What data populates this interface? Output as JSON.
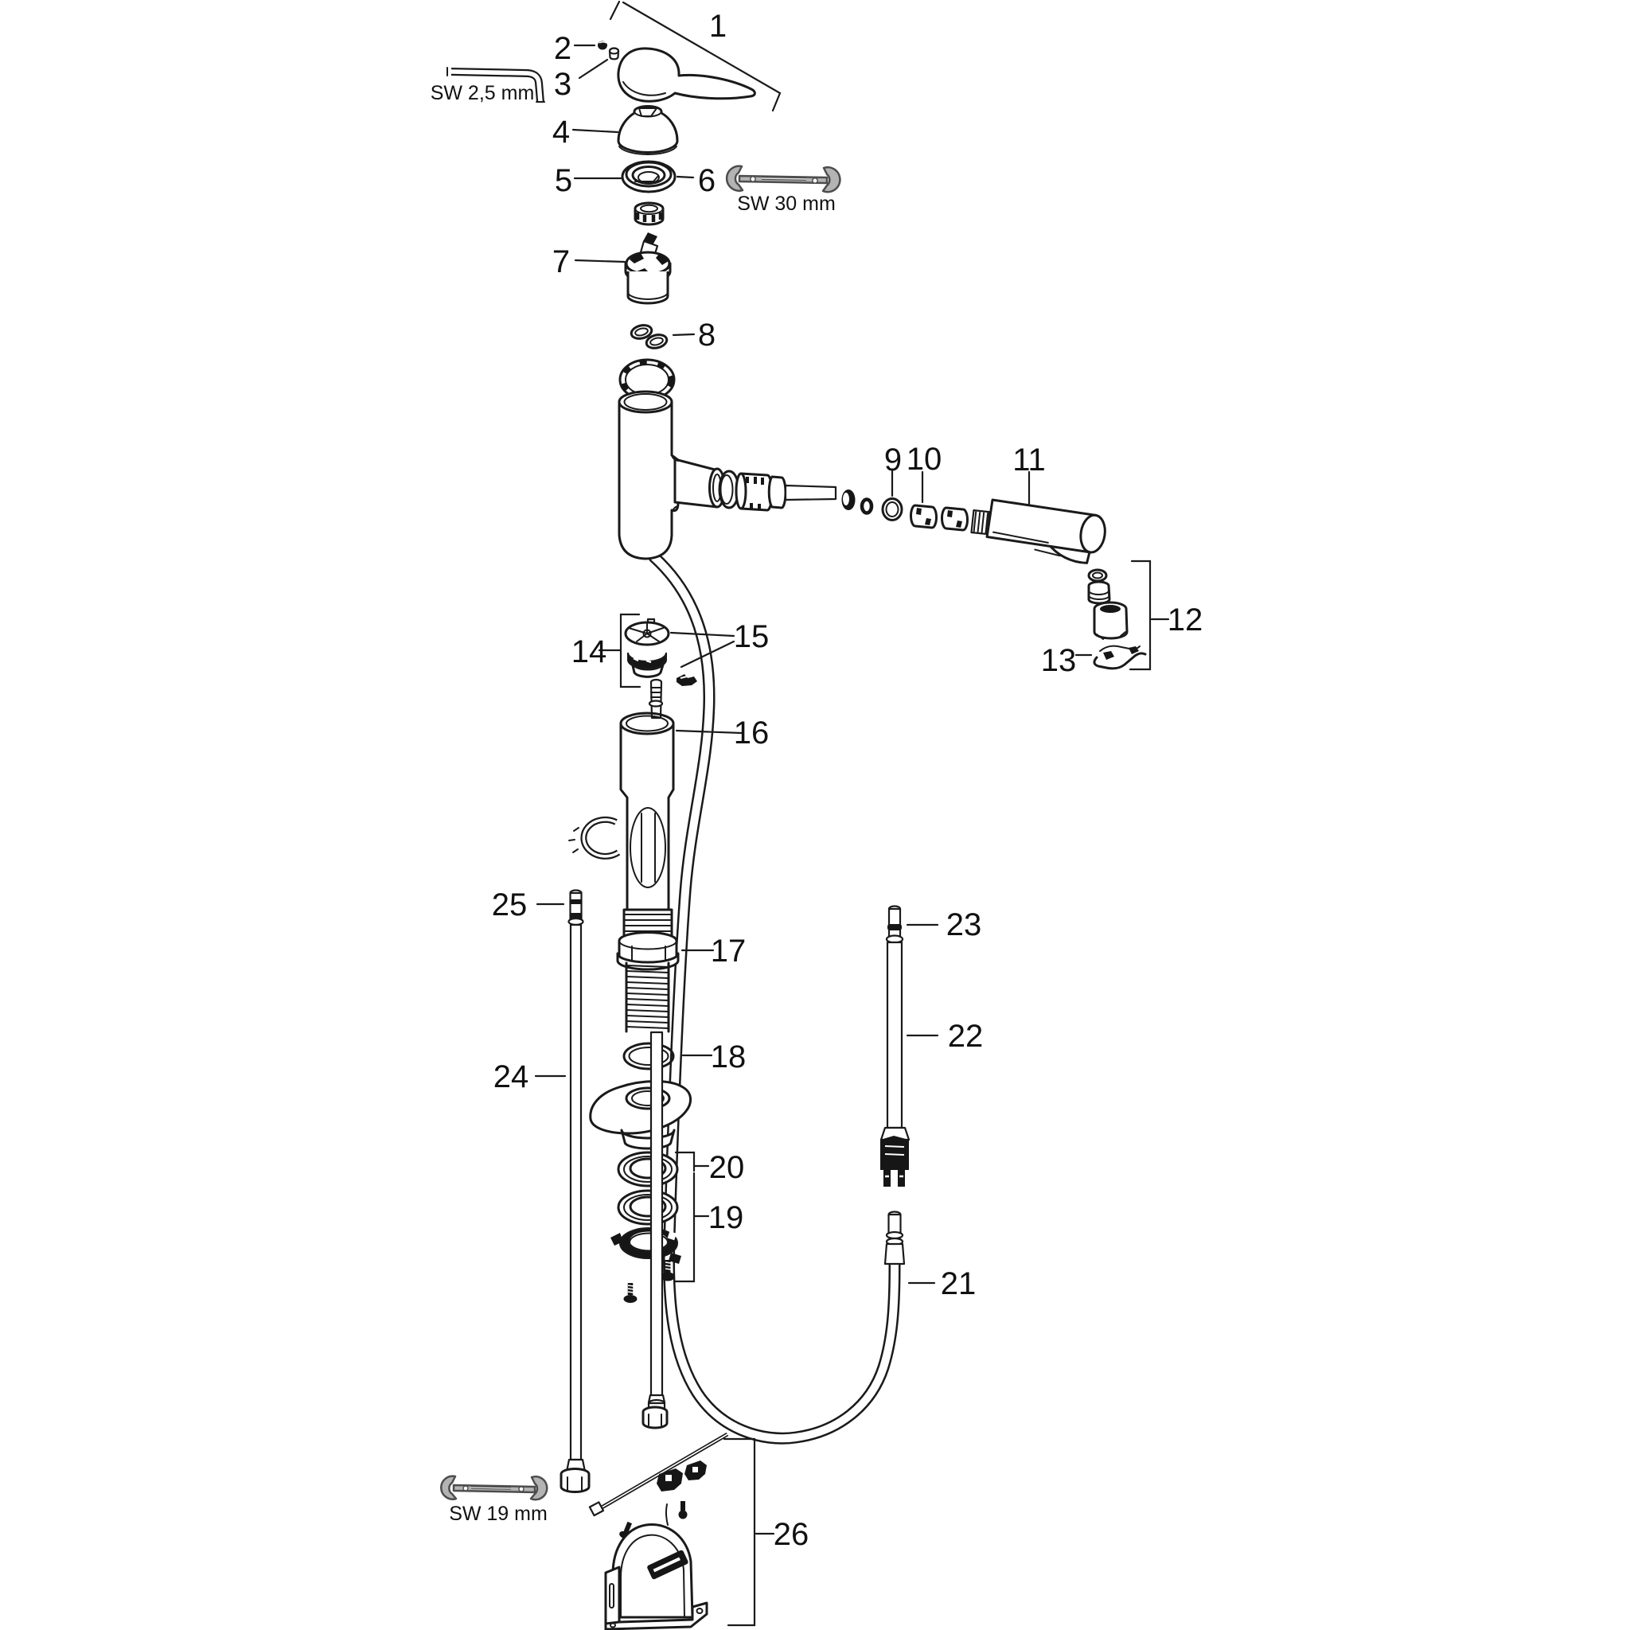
{
  "colors": {
    "background": "#ffffff",
    "line": "#1a1a1a",
    "tool_fill": "#b3b3b3",
    "tool_stroke": "#4d4d4d"
  },
  "part_labels": {
    "n1": "1",
    "n2": "2",
    "n3": "3",
    "n4": "4",
    "n5": "5",
    "n6": "6",
    "n7": "7",
    "n8": "8",
    "n9": "9",
    "n10": "10",
    "n11": "11",
    "n12": "12",
    "n13": "13",
    "n14": "14",
    "n15": "15",
    "n16": "16",
    "n17": "17",
    "n18": "18",
    "n19": "19",
    "n20": "20",
    "n21": "21",
    "n22": "22",
    "n23": "23",
    "n24": "24",
    "n25": "25",
    "n26": "26"
  },
  "tool_labels": {
    "allen_key": "SW 2,5 mm",
    "wrench_30mm": "SW 30 mm",
    "wrench_19mm": "SW 19 mm"
  }
}
